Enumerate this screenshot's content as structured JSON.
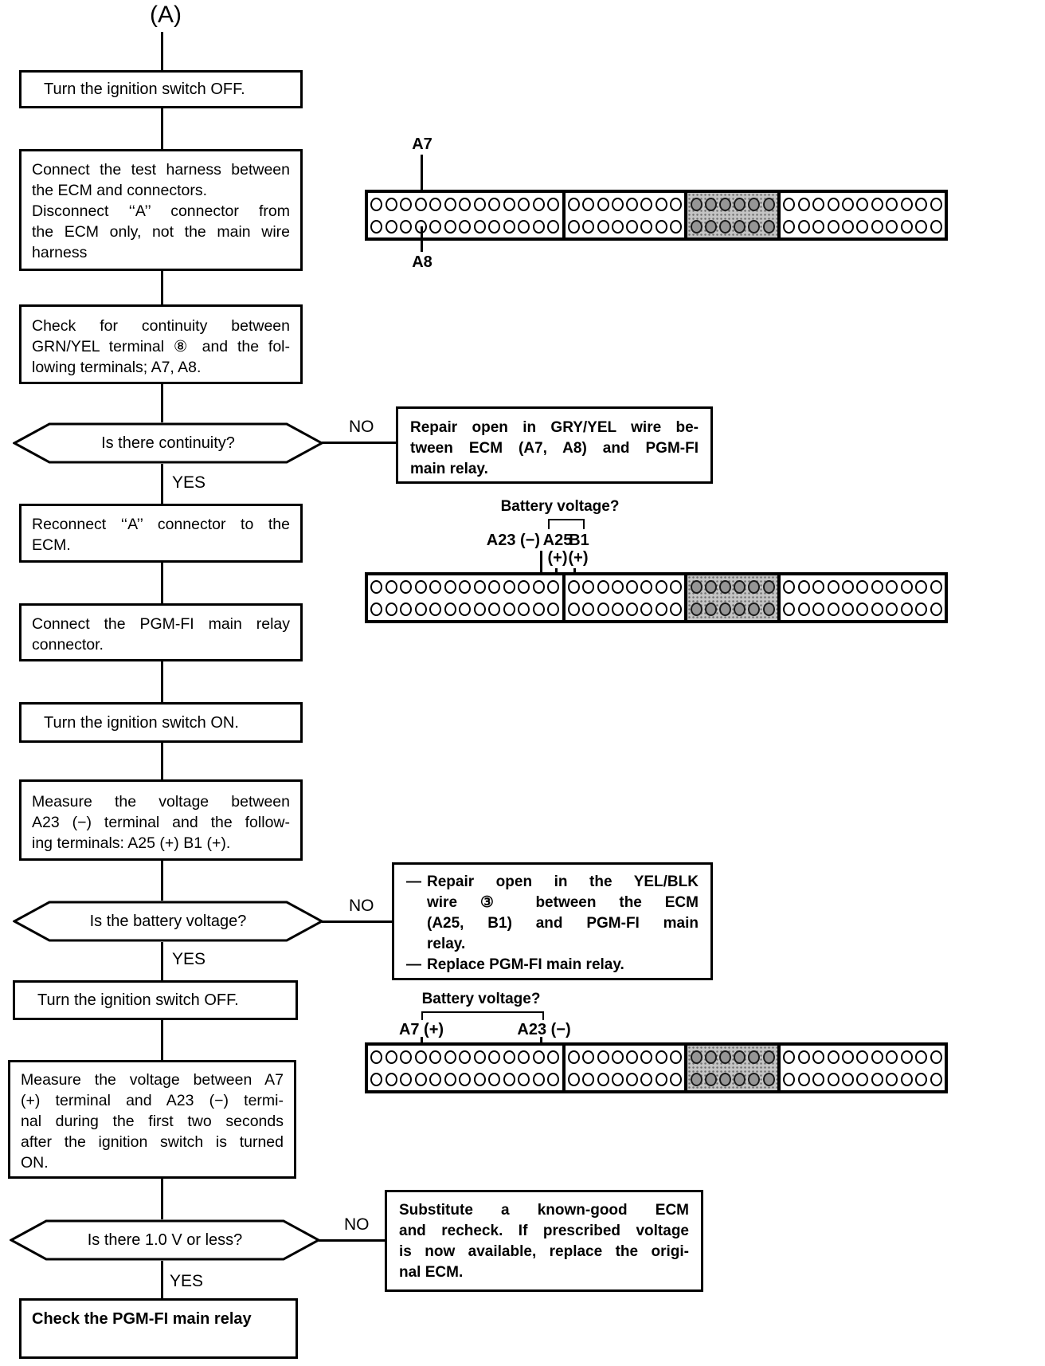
{
  "entry_label": "(A)",
  "labels": {
    "yes": "YES",
    "no": "NO",
    "dash": "—"
  },
  "steps": [
    {
      "lines": [
        "Turn the ignition switch OFF."
      ]
    },
    {
      "lines": [
        "Connect the test harness between",
        "the ECM and connectors.",
        "Disconnect ‘‘A’’ connector from",
        "the ECM only, not the main wire",
        "harness"
      ]
    },
    {
      "lines": [
        "Check for continuity between",
        "GRN/YEL terminal ⑧ and the fol-",
        "lowing terminals; A7, A8."
      ]
    },
    {
      "lines": [
        "Reconnect ‘‘A’’ connector to the",
        "ECM."
      ]
    },
    {
      "lines": [
        "Connect the PGM-FI main relay",
        "connector."
      ]
    },
    {
      "lines": [
        "Turn the ignition switch ON."
      ]
    },
    {
      "lines": [
        "Measure the voltage between",
        "A23 (−) terminal and the follow-",
        "ing terminals: A25 (+) B1 (+)."
      ]
    },
    {
      "lines": [
        "Turn the ignition switch OFF."
      ]
    },
    {
      "lines": [
        "Measure the voltage between A7",
        "(+) terminal and A23 (−) termi-",
        "nal during the first two seconds",
        "after the ignition switch is turned",
        "ON."
      ]
    },
    {
      "lines": [
        "Check the PGM-FI main relay"
      ]
    }
  ],
  "decisions": [
    {
      "question": "Is there continuity?"
    },
    {
      "question": "Is the battery voltage?"
    },
    {
      "question": "Is there 1.0 V or less?"
    }
  ],
  "actions": [
    {
      "lines": [
        "Repair open in GRY/YEL wire be-",
        "tween ECM (A7, A8) and PGM-FI",
        "main relay."
      ]
    },
    {
      "items": [
        {
          "lines": [
            "Repair open in the YEL/BLK",
            "wire ③ between the ECM",
            "(A25, B1) and PGM-FI main",
            "relay."
          ]
        },
        {
          "lines": [
            "Replace PGM-FI main relay."
          ]
        }
      ]
    },
    {
      "lines": [
        "Substitute a known-good ECM",
        "and recheck. If prescribed voltage",
        "is now available, replace the origi-",
        "nal ECM."
      ]
    }
  ],
  "connectors": [
    {
      "sections": [
        {
          "circles": 13
        },
        {
          "circles": 8
        },
        {
          "circles": 6,
          "shaded": true
        },
        {
          "circles": 11
        }
      ],
      "top_label": "A7",
      "bottom_label": "A8"
    },
    {
      "sections": [
        {
          "circles": 13
        },
        {
          "circles": 8
        },
        {
          "circles": 6,
          "shaded": true
        },
        {
          "circles": 11
        }
      ],
      "title": "Battery voltage?",
      "neg_label": "A23 (−)",
      "pos1_label": "A25",
      "pos2_label": "B1",
      "pos1_sign": "(+)",
      "pos2_sign": "(+)"
    },
    {
      "sections": [
        {
          "circles": 13
        },
        {
          "circles": 8
        },
        {
          "circles": 6,
          "shaded": true
        },
        {
          "circles": 11
        }
      ],
      "title": "Battery voltage?",
      "pos_label": "A7 (+)",
      "neg_label": "A23 (−)"
    }
  ]
}
